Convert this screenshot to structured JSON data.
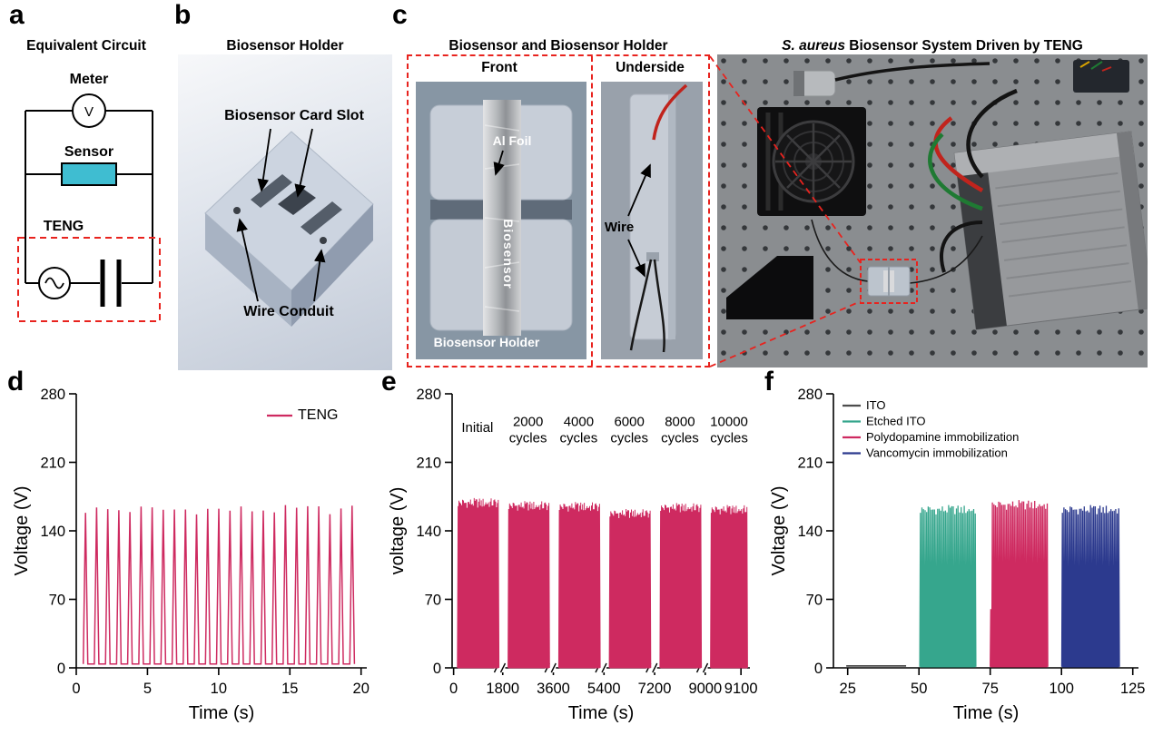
{
  "figure": {
    "panels": {
      "a": {
        "letter": "a",
        "title": "Equivalent Circuit",
        "meter": "Meter",
        "meter_symbol": "V",
        "sensor": "Sensor",
        "teng": "TENG"
      },
      "b": {
        "letter": "b",
        "title": "Biosensor Holder",
        "card_slot": "Biosensor Card Slot",
        "wire_conduit": "Wire Conduit"
      },
      "c": {
        "letter": "c",
        "title_left": "Biosensor and Biosensor Holder",
        "title_right_italic": "S. aureus",
        "title_right_rest": " Biosensor System Driven by TENG",
        "front": "Front",
        "underside": "Underside",
        "al_foil": "Al Foil",
        "biosensor": "Biosensor",
        "biosensor_holder": "Biosensor Holder",
        "wire": "Wire"
      },
      "d": {
        "letter": "d"
      },
      "e": {
        "letter": "e"
      },
      "f": {
        "letter": "f"
      }
    },
    "colors": {
      "crimson": "#ce2a60",
      "teal": "#36a68d",
      "navy": "#2c3a8e",
      "ito_gray": "#4d4d4d",
      "sensor_cyan": "#3fbdd1",
      "dashed_red": "#e8231e"
    }
  },
  "chart_data": [
    {
      "id": "d",
      "type": "line",
      "xlabel": "Time (s)",
      "ylabel": "Voltage (V)",
      "xlim": [
        0,
        20.4
      ],
      "ylim": [
        0,
        280
      ],
      "x_ticks": [
        {
          "pos": 0,
          "label": "0"
        },
        {
          "pos": 5,
          "label": "5"
        },
        {
          "pos": 10,
          "label": "10"
        },
        {
          "pos": 15,
          "label": "15"
        },
        {
          "pos": 20,
          "label": "20"
        }
      ],
      "y_ticks": [
        0,
        70,
        140,
        210,
        280
      ],
      "legend": {
        "position": "top-right",
        "width": 110,
        "font_size": 16,
        "entries": [
          {
            "label": "TENG",
            "color": "#ce2a60"
          }
        ]
      },
      "series": [
        {
          "name": "TENG",
          "type": "spikes",
          "color": "#ce2a60",
          "start": 0.65,
          "end": 19.9,
          "period": 0.78,
          "amplitude": 164,
          "baseline": 4,
          "spike_width": 0.16,
          "stroke_width": 1.5
        }
      ]
    },
    {
      "id": "e",
      "type": "line",
      "xlabel": "Time (s)",
      "ylabel": "voltage (V)",
      "xlim": [
        0,
        100
      ],
      "ylim": [
        0,
        280
      ],
      "x_ticks": [
        {
          "pos": 0.5,
          "label": "0"
        },
        {
          "pos": 17,
          "label": "1800"
        },
        {
          "pos": 34,
          "label": "3600"
        },
        {
          "pos": 51,
          "label": "5400"
        },
        {
          "pos": 68,
          "label": "7200"
        },
        {
          "pos": 85,
          "label": "9000"
        },
        {
          "pos": 97,
          "label": "9100"
        }
      ],
      "y_ticks": [
        0,
        70,
        140,
        210,
        280
      ],
      "breaks": [
        16,
        33,
        50,
        67,
        84
      ],
      "annotations": [
        {
          "x": 8.5,
          "y": 241,
          "lines": [
            "Initial"
          ]
        },
        {
          "x": 25.5,
          "y": 247,
          "lines": [
            "2000",
            "cycles"
          ]
        },
        {
          "x": 42.5,
          "y": 247,
          "lines": [
            "4000",
            "cycles"
          ]
        },
        {
          "x": 59.5,
          "y": 247,
          "lines": [
            "6000",
            "cycles"
          ]
        },
        {
          "x": 76.5,
          "y": 247,
          "lines": [
            "8000",
            "cycles"
          ]
        },
        {
          "x": 93,
          "y": 247,
          "lines": [
            "10000",
            "cycles"
          ]
        }
      ],
      "series": [
        {
          "name": "Initial",
          "type": "spikes",
          "color": "#ce2a60",
          "fill": true,
          "start": 2,
          "end": 15.5,
          "period": 0.3,
          "amplitude": 171,
          "baseline": 0,
          "spike_width": 0.22,
          "stroke_width": 1
        },
        {
          "name": "2000 cycles",
          "type": "spikes",
          "color": "#ce2a60",
          "fill": true,
          "start": 19,
          "end": 32.5,
          "period": 0.3,
          "amplitude": 168,
          "baseline": 0,
          "spike_width": 0.22,
          "stroke_width": 1
        },
        {
          "name": "4000 cycles",
          "type": "spikes",
          "color": "#ce2a60",
          "fill": true,
          "start": 36,
          "end": 49.5,
          "period": 0.3,
          "amplitude": 167,
          "baseline": 0,
          "spike_width": 0.22,
          "stroke_width": 1
        },
        {
          "name": "6000 cycles",
          "type": "spikes",
          "color": "#ce2a60",
          "fill": true,
          "start": 53,
          "end": 66.5,
          "period": 0.3,
          "amplitude": 160,
          "baseline": 0,
          "spike_width": 0.22,
          "stroke_width": 1
        },
        {
          "name": "8000 cycles",
          "type": "spikes",
          "color": "#ce2a60",
          "fill": true,
          "start": 70,
          "end": 83.5,
          "period": 0.3,
          "amplitude": 166,
          "baseline": 0,
          "spike_width": 0.22,
          "stroke_width": 1
        },
        {
          "name": "10000 cycles",
          "type": "spikes",
          "color": "#ce2a60",
          "fill": true,
          "start": 87,
          "end": 99,
          "period": 0.3,
          "amplitude": 164,
          "baseline": 0,
          "spike_width": 0.22,
          "stroke_width": 1
        }
      ]
    },
    {
      "id": "f",
      "type": "line",
      "xlabel": "Time (s)",
      "ylabel": "Voltage (V)",
      "xlim": [
        20,
        127
      ],
      "ylim": [
        0,
        280
      ],
      "x_ticks": [
        {
          "pos": 25,
          "label": "25"
        },
        {
          "pos": 50,
          "label": "50"
        },
        {
          "pos": 75,
          "label": "75"
        },
        {
          "pos": 100,
          "label": "100"
        },
        {
          "pos": 125,
          "label": "125"
        }
      ],
      "y_ticks": [
        0,
        70,
        140,
        210,
        280
      ],
      "legend": {
        "position": "top-left",
        "font_size": 13,
        "entries": [
          {
            "label": "ITO",
            "color": "#4d4d4d"
          },
          {
            "label": "Etched ITO",
            "color": "#36a68d"
          },
          {
            "label": "Polydopamine immobilization",
            "color": "#ce2a60"
          },
          {
            "label": "Vancomycin immobilization",
            "color": "#2c3a8e"
          }
        ]
      },
      "series": [
        {
          "name": "ITO",
          "type": "flat",
          "color": "#4d4d4d",
          "start": 24.5,
          "end": 45.5,
          "value": 2
        },
        {
          "name": "Etched ITO",
          "type": "spikes",
          "color": "#36a68d",
          "start": 50.5,
          "end": 70.2,
          "period": 0.55,
          "amplitude": 164,
          "baseline": 1,
          "spike_width": 0.2,
          "stroke_width": 1.3
        },
        {
          "name": "Polydopamine immobilization",
          "type": "spikes",
          "color": "#ce2a60",
          "start": 75.2,
          "end": 95.2,
          "period": 0.55,
          "amplitude": 169,
          "baseline": 1,
          "spike_width": 0.2,
          "stroke_width": 1.3,
          "first_amplitude": 60
        },
        {
          "name": "Vancomycin immobilization",
          "type": "spikes",
          "color": "#2c3a8e",
          "start": 100.3,
          "end": 120.6,
          "period": 0.55,
          "amplitude": 164,
          "baseline": 1,
          "spike_width": 0.2,
          "stroke_width": 1.3
        }
      ]
    }
  ]
}
